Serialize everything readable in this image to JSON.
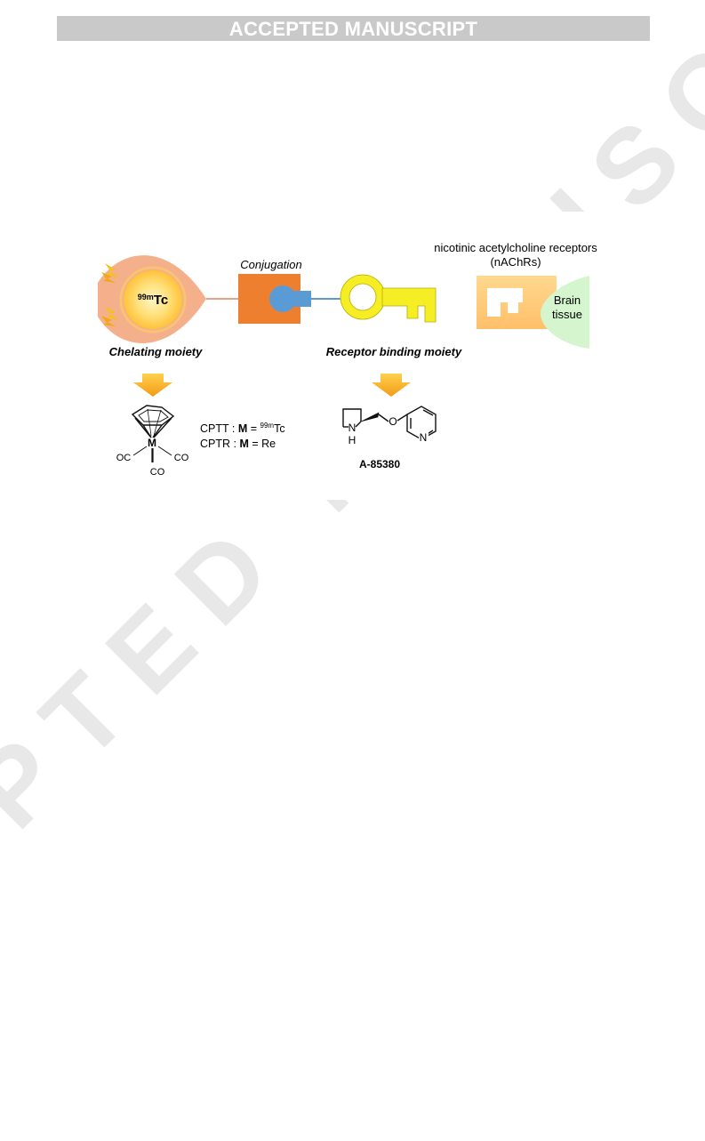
{
  "header": {
    "banner": "ACCEPTED MANUSCRIPT"
  },
  "watermark": {
    "text": "ACCEPTED MANUSCRIPT"
  },
  "figure": {
    "radionuclide_mass": "99m",
    "radionuclide_symbol": "Tc",
    "conjugation_label": "Conjugation",
    "receptor_label_line1": "nicotinic acetylcholine receptors",
    "receptor_label_line2": "(nAChRs)",
    "brain_line1": "Brain",
    "brain_line2": "tissue",
    "chelating_label": "Chelating moiety",
    "receptor_binding_label": "Receptor binding moiety",
    "metal_label": "M",
    "co_left": "OC",
    "co_right": "CO",
    "co_bottom": "CO",
    "cptt_prefix": "CPTT : ",
    "cptt_m": "M",
    "cptt_eq": " = ",
    "cptt_mass": "99m",
    "cptt_symbol": "Tc",
    "cptr_prefix": "CPTR : ",
    "cptr_m": "M",
    "cptr_eq": " = Re",
    "azetidine_n": "N",
    "azetidine_h": "H",
    "ether_o": "O",
    "pyridine_n": "N",
    "compound_name": "A-85380"
  },
  "colors": {
    "banner_bg": "#c9c9c9",
    "chelator_outer": "#f3b08a",
    "glow": "#ffd85a",
    "conjugation_block": "#ee7f2f",
    "linker_blue": "#5b9bd5",
    "key_yellow": "#f5ee24",
    "receptor_peach": "#ffcc80",
    "brain_green": "#d5f5cf",
    "arrow_orange": "#f5a623"
  }
}
